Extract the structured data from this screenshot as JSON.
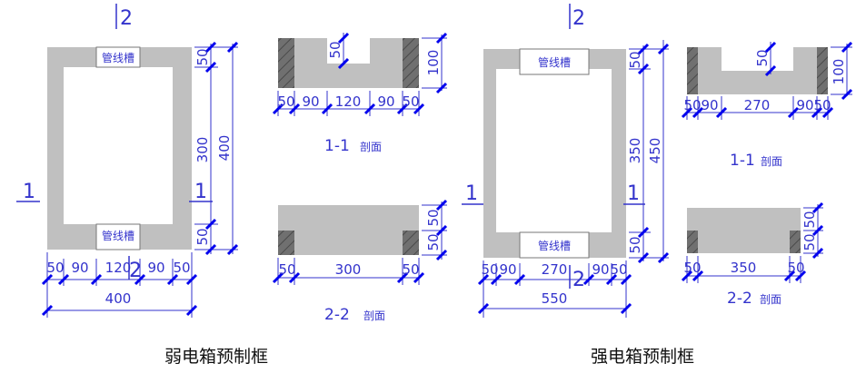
{
  "weak_box": {
    "title": "弱电箱预制框",
    "slot_label_top": "管线槽",
    "slot_label_bottom": "管线槽",
    "section_mark_1": "1",
    "section_mark_2": "2",
    "dims_bottom": [
      "50",
      "90",
      "120",
      "90",
      "50"
    ],
    "dim_total_width": "400",
    "dims_right": [
      "50",
      "300",
      "50"
    ],
    "dim_total_height": "400",
    "section_1": {
      "label": "1-1",
      "suffix": "剖面",
      "dims_bottom": [
        "50",
        "90",
        "120",
        "90",
        "50"
      ],
      "dim_depth": "100",
      "dim_notch": "50"
    },
    "section_2": {
      "label": "2-2",
      "suffix": "剖面",
      "dims_bottom": [
        "50",
        "300",
        "50"
      ],
      "dims_right": [
        "50",
        "50"
      ]
    }
  },
  "strong_box": {
    "title": "强电箱预制框",
    "slot_label_top": "管线槽",
    "slot_label_bottom": "管线槽",
    "section_mark_1": "1",
    "section_mark_2": "2",
    "dims_bottom": [
      "50",
      "90",
      "270",
      "90",
      "50"
    ],
    "dim_total_width": "550",
    "dims_right": [
      "50",
      "350",
      "50"
    ],
    "dim_total_height": "450",
    "section_1": {
      "label": "1-1",
      "suffix": "剖面",
      "dims_bottom": [
        "50",
        "90",
        "270",
        "90",
        "50"
      ],
      "dim_depth": "100",
      "dim_notch": "50"
    },
    "section_2": {
      "label": "2-2",
      "suffix": "剖面",
      "dims_bottom": [
        "50",
        "350",
        "50"
      ],
      "dims_right": [
        "50",
        "50"
      ]
    }
  },
  "colors": {
    "concrete": "#c0c0c0",
    "hatch": "#707070",
    "dimension": "#3333cc",
    "tick": "#0000ee",
    "caption": "#111111"
  }
}
